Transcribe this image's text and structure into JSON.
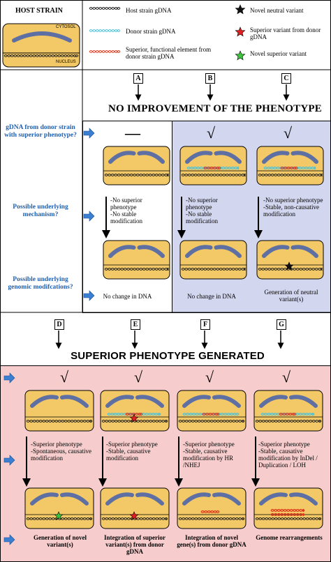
{
  "legend": {
    "host_strain_title": "HOST STRAIN",
    "cytosol": "CYTOSOL",
    "nucleus": "NUCLEUS",
    "items": {
      "host_gdna": "Host strain gDNA",
      "donor_gdna": "Donor strain gDNA",
      "superior_element": "Superior, functional element from donor strain gDNA",
      "novel_neutral": "Novel neutral variant",
      "superior_variant": "Superior variant from donor gDNA",
      "novel_superior": "Novel superior variant"
    },
    "colors": {
      "host_dna": "#222222",
      "donor_dna": "#4fc3d8",
      "superior_dna": "#e03a1e",
      "neutral_star": "#111111",
      "superior_star": "#e02020",
      "novel_star": "#3ec33e",
      "no_improvement_panel": "#d3d6ef",
      "superior_panel": "#f6cccc",
      "cell_fill": "#f3c866",
      "organelle": "#5d6fa3",
      "question_color": "#1f5fb0",
      "arrow_color": "#3a7fd1"
    }
  },
  "questions": {
    "q1": "gDNA from donor strain with superior phenotype?",
    "q2": "Possible underlying mechanism?",
    "q3": "Possible underlying genomic modifcations?"
  },
  "top": {
    "letters": [
      "A",
      "B",
      "C"
    ],
    "title": "NO IMPROVEMENT OF THE PHENOTYPE",
    "marks": [
      "—",
      "√",
      "√"
    ],
    "mechanisms": [
      "-No superior phenotype\n-No stable modification",
      "-No superior phenotype\n-No stable modification",
      "-No superior phenotype\n-Stable, non-causative modification"
    ],
    "results": [
      "No change in DNA",
      "No change in DNA",
      "Generation of neutral variant(s)"
    ]
  },
  "bottom": {
    "letters": [
      "D",
      "E",
      "F",
      "G"
    ],
    "title": "SUPERIOR PHENOTYPE GENERATED",
    "marks": [
      "√",
      "√",
      "√",
      "√"
    ],
    "mechanisms": [
      "-Superior phenotype\n-Spontaneous, causative modification",
      "-Superior phenotype\n-Stable, causative modification",
      "-Superior phenotype\n-Stable, causative modification by HR /NHEJ",
      "-Superior phenotype\n-Stable, causative modification by InDel / Duplication / LOH"
    ],
    "results": [
      "Generation of novel variant(s)",
      "Integration of superior variant(s) from donor gDNA",
      "Integration of novel gene(s) from donor gDNA",
      "Genome rearrangements"
    ]
  }
}
